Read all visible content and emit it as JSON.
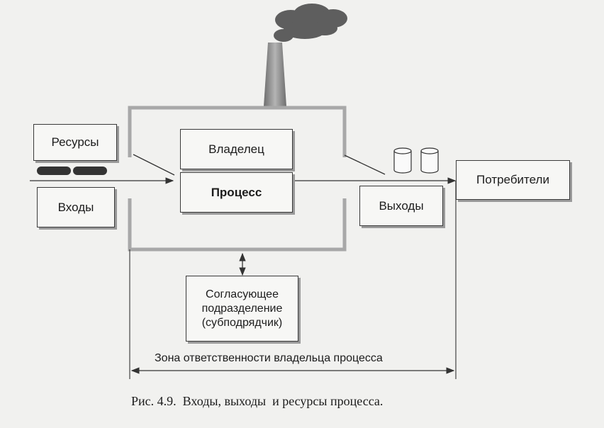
{
  "diagram": {
    "nodes": {
      "resources": "Ресурсы",
      "inputs": "Входы",
      "owner": "Владелец",
      "process": "Процесс",
      "outputs": "Выходы",
      "consumers": "Потребители",
      "coordinating_unit": "Согласующее\nподразделение\n(субподрядчик)"
    },
    "zone_label": "Зона ответственности владельца процесса"
  },
  "caption": "Рис. 4.9.  Входы, выходы  и ресурсы процесса.",
  "colors": {
    "frame": "#a8a8a8",
    "chimney": "#8c8c8c",
    "smoke": "#5e5e5e",
    "line": "#333333"
  }
}
